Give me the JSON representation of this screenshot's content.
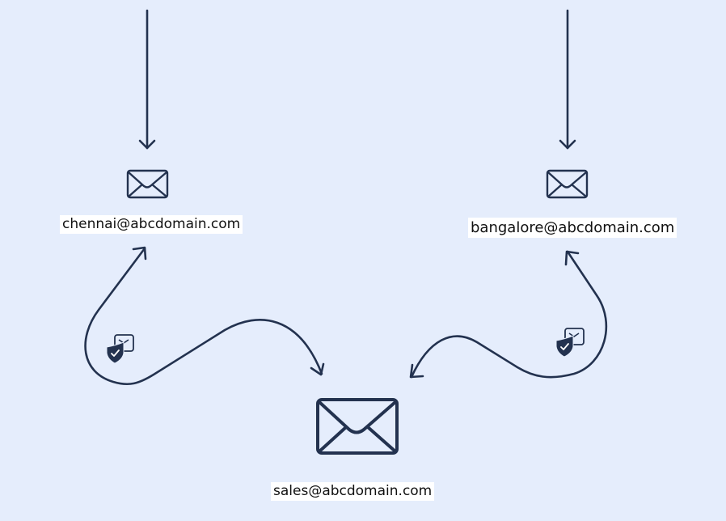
{
  "diagram": {
    "type": "email-routing-flow",
    "colors": {
      "background": "#e5edfc",
      "stroke": "#23324f",
      "label_bg": "#ffffff"
    },
    "nodes": [
      {
        "id": "chennai",
        "icon": "envelope-icon",
        "label": "chennai@abcdomain.com"
      },
      {
        "id": "bangalore",
        "icon": "envelope-icon",
        "label": "bangalore@abcdomain.com"
      },
      {
        "id": "sales",
        "icon": "envelope-icon",
        "label": "sales@abcdomain.com"
      }
    ],
    "edges": [
      {
        "from": "incoming",
        "to": "chennai",
        "style": "straight-arrow"
      },
      {
        "from": "incoming",
        "to": "bangalore",
        "style": "straight-arrow"
      },
      {
        "from": "sales",
        "to": "chennai",
        "style": "bidirectional-curve",
        "badge": "secure-mail-shield-icon"
      },
      {
        "from": "sales",
        "to": "bangalore",
        "style": "bidirectional-curve",
        "badge": "secure-mail-shield-icon"
      }
    ]
  }
}
